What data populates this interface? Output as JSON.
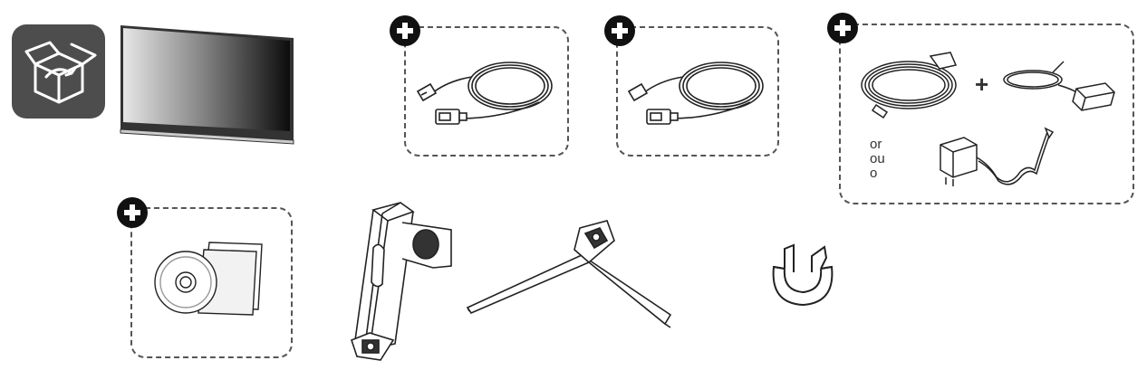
{
  "figure": {
    "power_options": {
      "plus": "+",
      "or_lines": [
        "or",
        "ou",
        "o"
      ]
    },
    "icons": [
      "box-icon",
      "monitor-icon",
      "usb-cable-icon",
      "displayport-cable-icon",
      "power-cord-icon",
      "ac-adapter-icon",
      "wall-adapter-icon",
      "cd-manual-icon",
      "stand-body-icon",
      "stand-base-icon",
      "cable-holder-icon"
    ]
  }
}
